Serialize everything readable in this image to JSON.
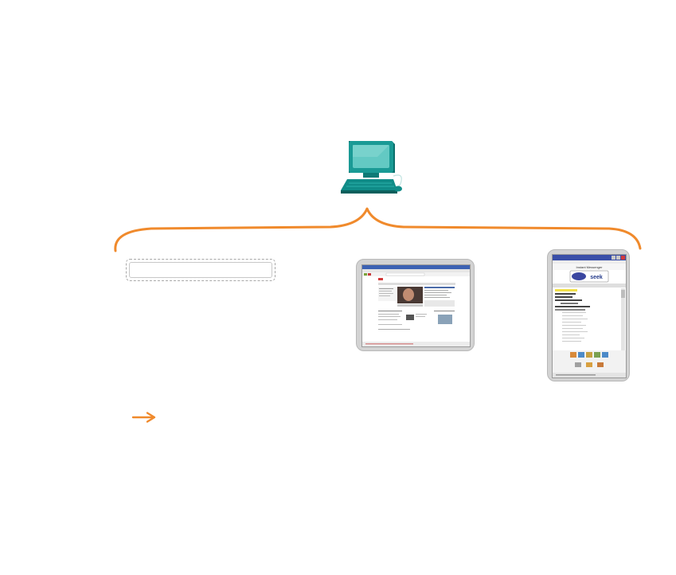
{
  "diagram": {
    "accent_color": "#f08a2c",
    "computer_color": "#108c88",
    "icons": [
      "desktop-computer-icon",
      "web-browser-screenshot",
      "instant-messenger-screenshot",
      "right-arrow-icon"
    ],
    "messenger": {
      "window_title": "Instant Messenger",
      "brand": "seek"
    }
  }
}
